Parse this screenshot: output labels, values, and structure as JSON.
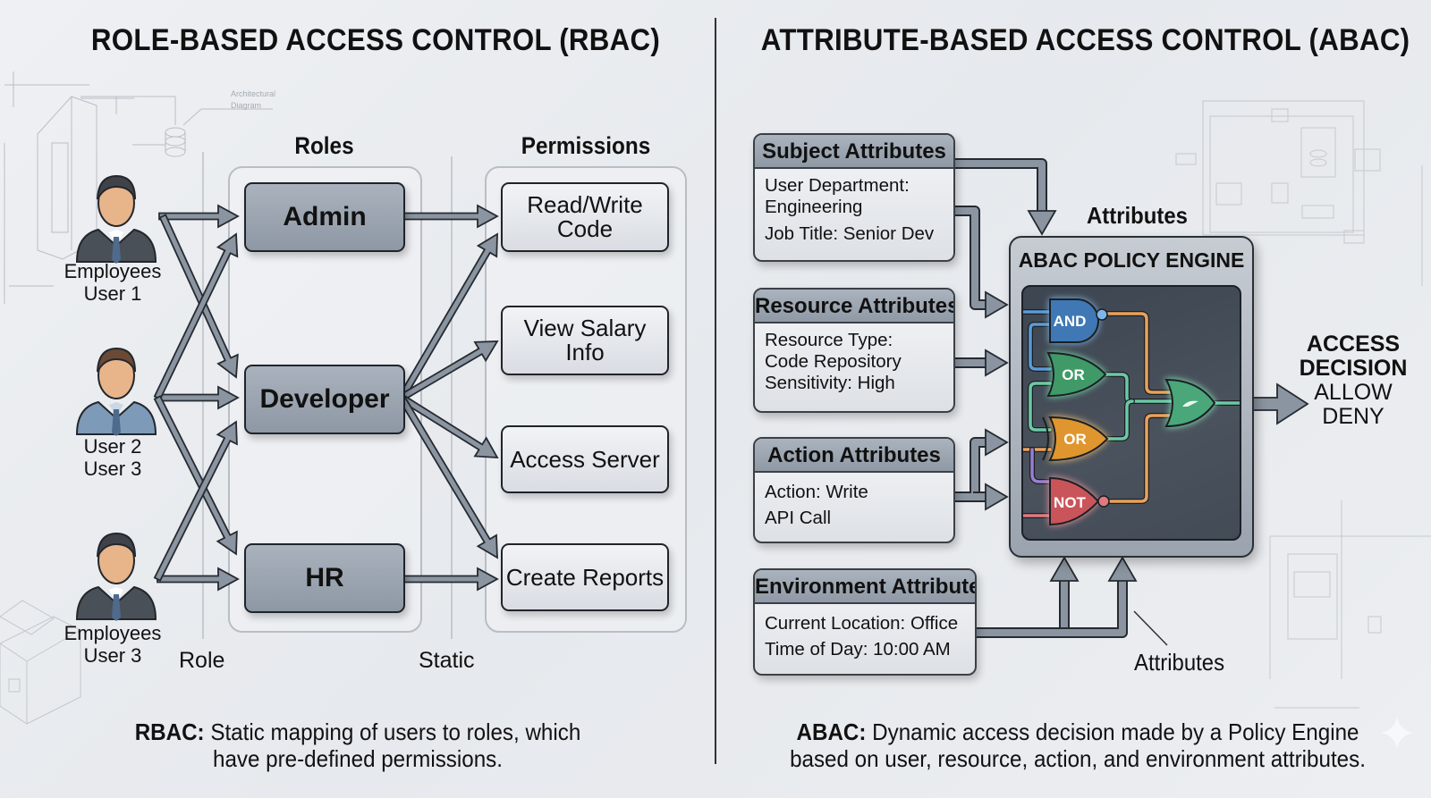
{
  "rbac": {
    "title": "ROLE-BASED ACCESS CONTROL (RBAC)",
    "roles_heading": "Roles",
    "permissions_heading": "Permissions",
    "users": [
      {
        "line1": "Employees",
        "line2": "User 1",
        "icon": "person-icon"
      },
      {
        "line1": "User 2",
        "line2": "User 3",
        "icon": "person-icon"
      },
      {
        "line1": "Employees",
        "line2": "User 3",
        "icon": "person-icon"
      }
    ],
    "roles": [
      "Admin",
      "Developer",
      "HR"
    ],
    "permissions": [
      {
        "line1": "Read/Write",
        "line2": "Code"
      },
      {
        "line1": "View Salary",
        "line2": "Info"
      },
      {
        "line1": "Access Server",
        "line2": ""
      },
      {
        "line1": "Create Reports",
        "line2": ""
      }
    ],
    "role_label": "Role",
    "static_label": "Static",
    "sketch_label": [
      "Architectural",
      "Diagram"
    ],
    "caption_bold": "RBAC:",
    "caption_line1": "Static mapping of users to roles, which",
    "caption_line2": "have pre-defined permissions."
  },
  "abac": {
    "title": "ATTRIBUTE-BASED ACCESS CONTROL (ABAC)",
    "attribute_groups": [
      {
        "title": "Subject Attributes",
        "lines": [
          "User Department:",
          "Engineering",
          "Job Title: Senior Dev"
        ]
      },
      {
        "title": "Resource Attributes",
        "lines": [
          "Resource Type:",
          "Code Repository",
          "Sensitivity: High"
        ]
      },
      {
        "title": "Action Attributes",
        "lines": [
          "Action: Write",
          "API Call"
        ]
      },
      {
        "title": "Environment Attributes",
        "lines": [
          "Current Location: Office",
          "Time of Day: 10:00 AM"
        ]
      }
    ],
    "attributes_label_top": "Attributes",
    "attributes_label_bottom": "Attributes",
    "engine_title": "ABAC POLICY ENGINE",
    "gates": [
      {
        "label": "AND",
        "color": "#3f78b5"
      },
      {
        "label": "OR",
        "color": "#3f9a68"
      },
      {
        "label": "OR",
        "color": "#e0962e"
      },
      {
        "label": "NOT",
        "color": "#c9545a"
      },
      {
        "label": "",
        "color": "#4aa779"
      }
    ],
    "decision_title_line1": "ACCESS",
    "decision_title_line2": "DECISION",
    "decision_values": [
      "ALLOW",
      "DENY"
    ],
    "caption_bold": "ABAC:",
    "caption_line1": "Dynamic access decision made by a Policy Engine",
    "caption_line2": "based on user, resource, action, and environment attributes."
  },
  "colors": {
    "arrow_fill": "#8b95a1",
    "arrow_stroke": "#262b31",
    "wire_orange": "#e9a15a",
    "wire_teal": "#6cc9a5",
    "wire_blue": "#5b9bd5"
  }
}
